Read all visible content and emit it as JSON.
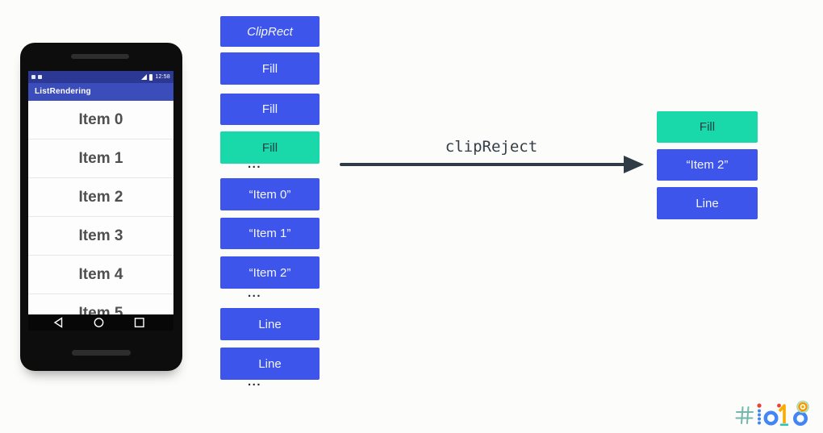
{
  "phone": {
    "app_title": "ListRendering",
    "status_time": "12:58",
    "list_items": [
      "Item 0",
      "Item 1",
      "Item 2",
      "Item 3",
      "Item 4",
      "Item 5"
    ]
  },
  "display_list": {
    "boxes": [
      {
        "label": "ClipRect",
        "variant": "blue-italic"
      },
      {
        "label": "Fill",
        "variant": "blue"
      },
      {
        "label": "Fill",
        "variant": "blue"
      },
      {
        "label": "Fill",
        "variant": "teal"
      },
      {
        "label": "...",
        "variant": "ellipsis"
      },
      {
        "label": "“Item 0”",
        "variant": "blue"
      },
      {
        "label": "“Item 1”",
        "variant": "blue"
      },
      {
        "label": "“Item 2”",
        "variant": "blue"
      },
      {
        "label": "...",
        "variant": "ellipsis"
      },
      {
        "label": "Line",
        "variant": "blue"
      },
      {
        "label": "Line",
        "variant": "blue"
      },
      {
        "label": "...",
        "variant": "ellipsis"
      }
    ]
  },
  "arrow": {
    "label": "clipReject"
  },
  "result_list": {
    "boxes": [
      {
        "label": "Fill",
        "variant": "teal"
      },
      {
        "label": "“Item 2”",
        "variant": "blue"
      },
      {
        "label": "Line",
        "variant": "blue"
      }
    ]
  },
  "logo": {
    "text": "#io18"
  },
  "colors": {
    "box_blue": "#3E55EC",
    "box_teal": "#19D8A9",
    "arrow": "#2F3C46",
    "appbar_blue": "#3B4DBA",
    "statusbar_blue": "#2B3894"
  }
}
